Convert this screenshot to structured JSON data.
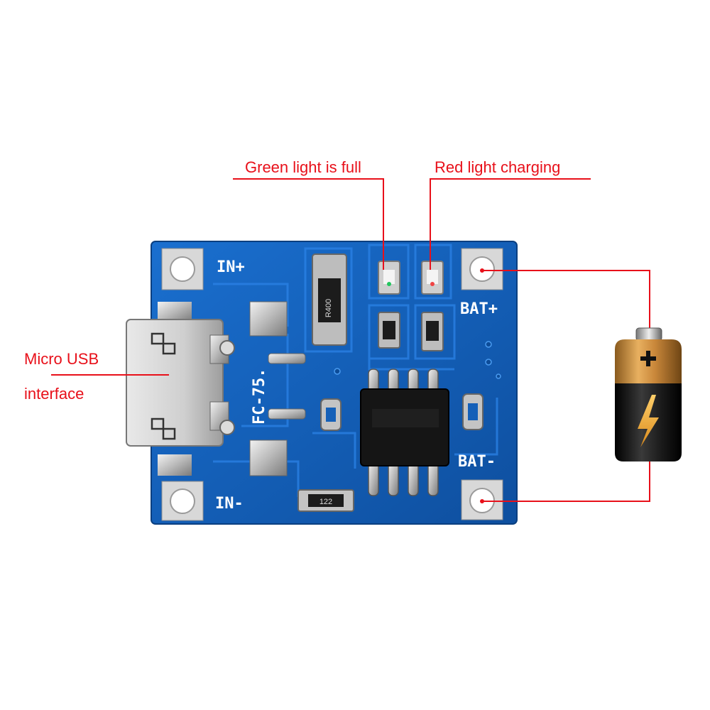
{
  "callouts": {
    "green_led": "Green light is full",
    "red_led": "Red light charging",
    "usb_line1": "Micro USB",
    "usb_line2": "interface"
  },
  "board": {
    "pad_in_plus": "IN+",
    "pad_in_minus": "IN-",
    "pad_bat_plus": "BAT+",
    "pad_bat_minus": "BAT-",
    "silk_code": "FC-75.",
    "resistor_code": "R400",
    "small_resistor_code": "122"
  },
  "colors": {
    "board": "#1560b8",
    "callout": "#e8101a",
    "leader_line": "#e8101a",
    "battery_top": "#c98a3a",
    "battery_bottom": "#111111"
  },
  "icons": {
    "battery": "battery-icon",
    "battery_bolt": "lightning-bolt-icon",
    "battery_plus": "plus-icon"
  }
}
